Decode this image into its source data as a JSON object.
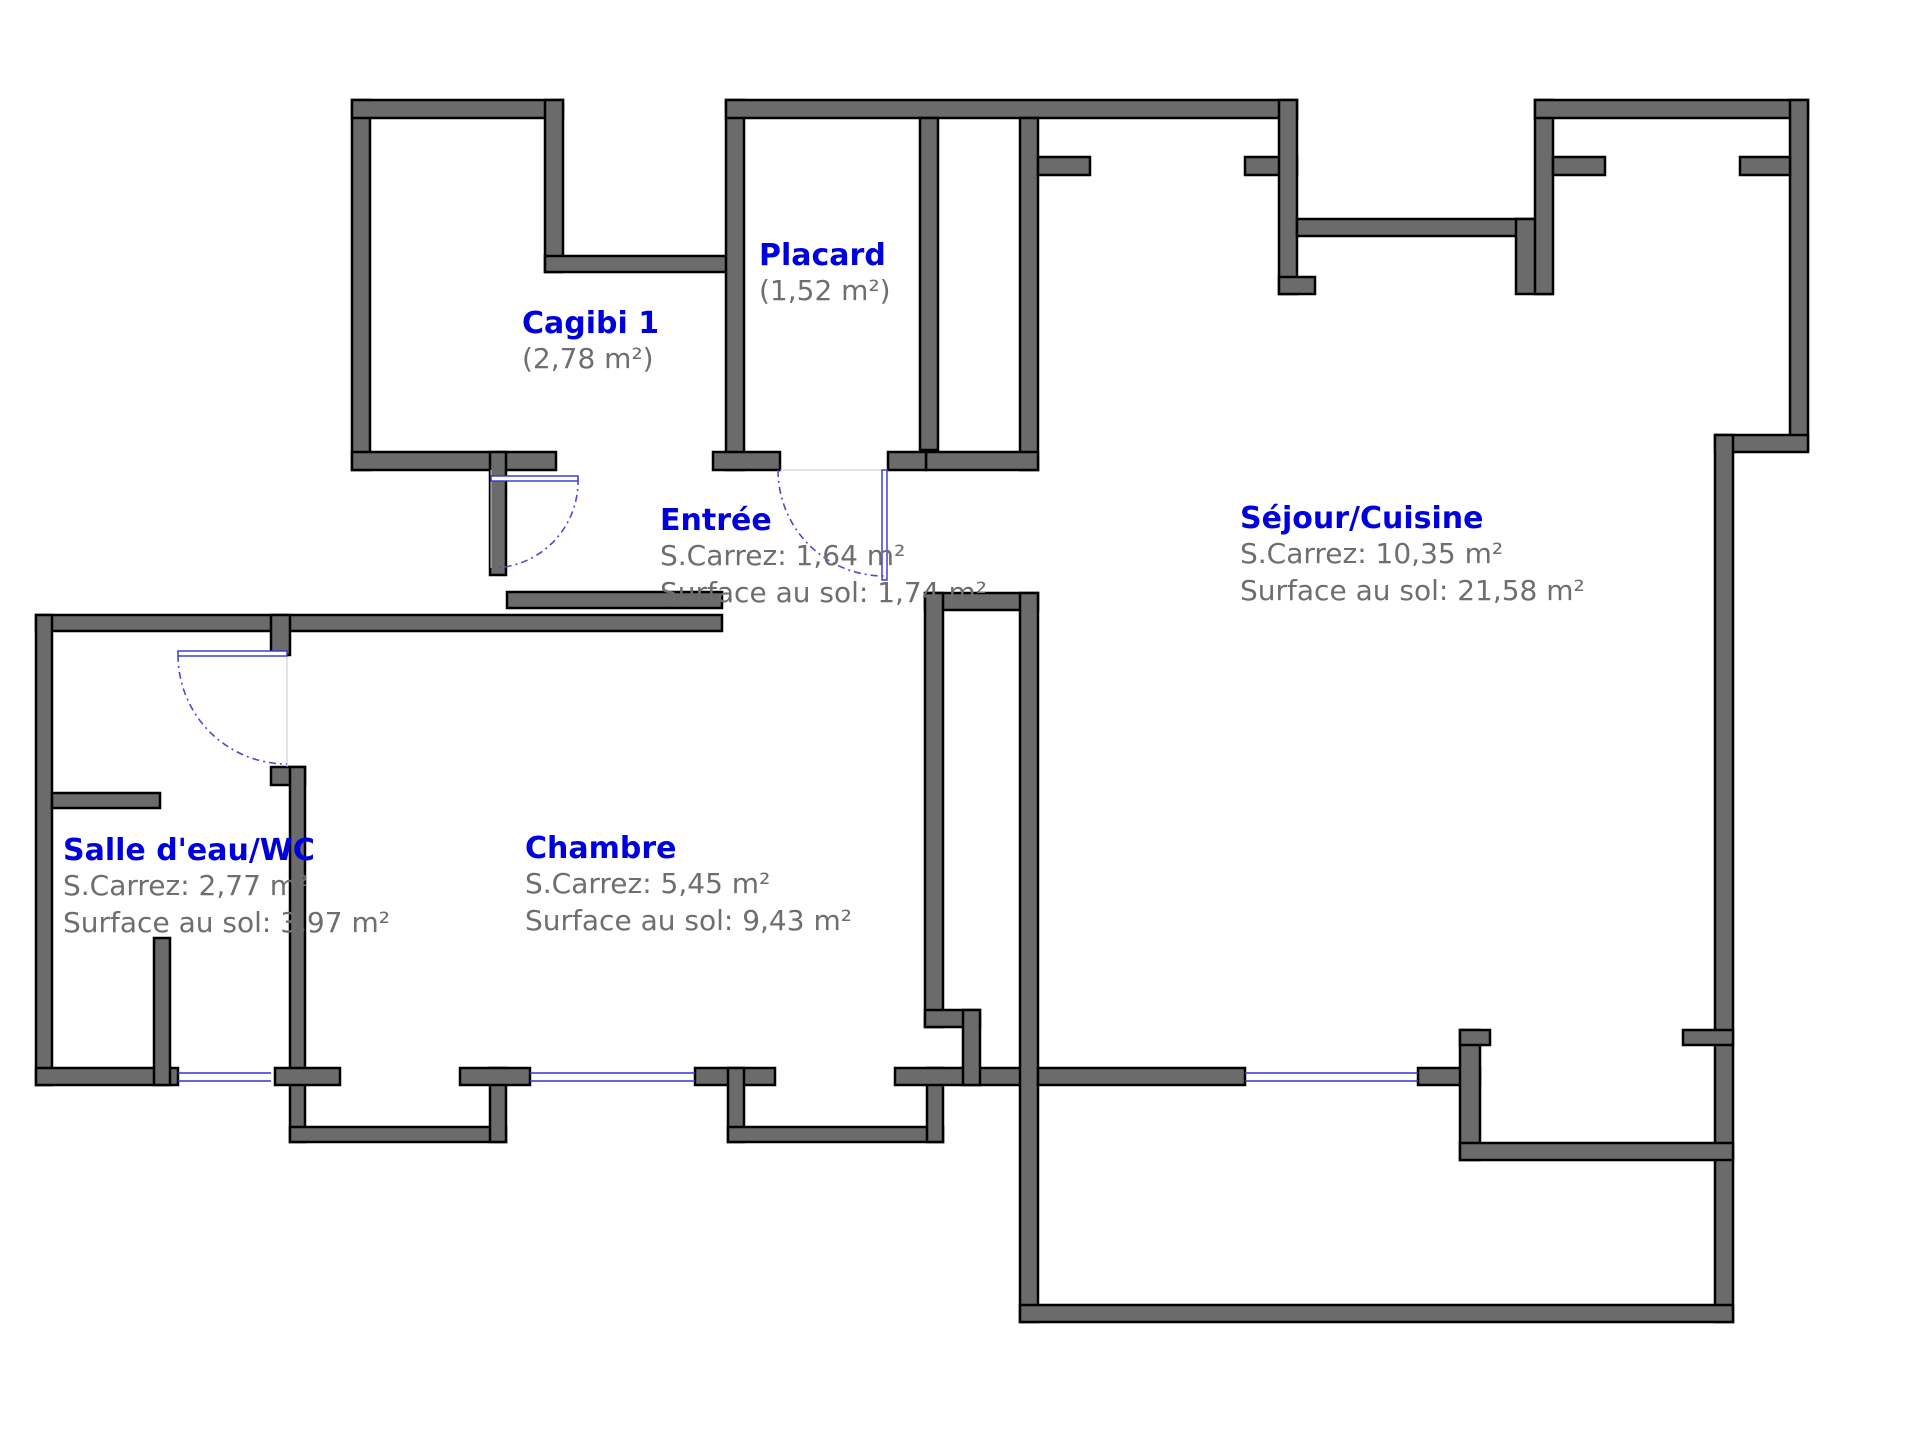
{
  "rooms": [
    {
      "id": "cagibi",
      "name": "Cagibi 1",
      "lines": [
        "(2,78 m²)"
      ]
    },
    {
      "id": "placard",
      "name": "Placard",
      "lines": [
        "(1,52 m²)"
      ]
    },
    {
      "id": "entree",
      "name": "Entrée",
      "lines": [
        "S.Carrez: 1,64 m²",
        "Surface au sol: 1,74 m²"
      ]
    },
    {
      "id": "sejour",
      "name": "Séjour/Cuisine",
      "lines": [
        "S.Carrez: 10,35 m²",
        "Surface au sol: 21,58 m²"
      ]
    },
    {
      "id": "sdb",
      "name": "Salle d'eau/WC",
      "lines": [
        "S.Carrez: 2,77 m²",
        "Surface au sol: 3,97 m²"
      ]
    },
    {
      "id": "chambre",
      "name": "Chambre",
      "lines": [
        "S.Carrez: 5,45 m²",
        "Surface au sol: 9,43 m²"
      ]
    }
  ],
  "colors": {
    "wall": "#6b6b6b",
    "room_name": "#0000dd",
    "room_info": "#6e6e6e",
    "window": "#3333cc"
  }
}
